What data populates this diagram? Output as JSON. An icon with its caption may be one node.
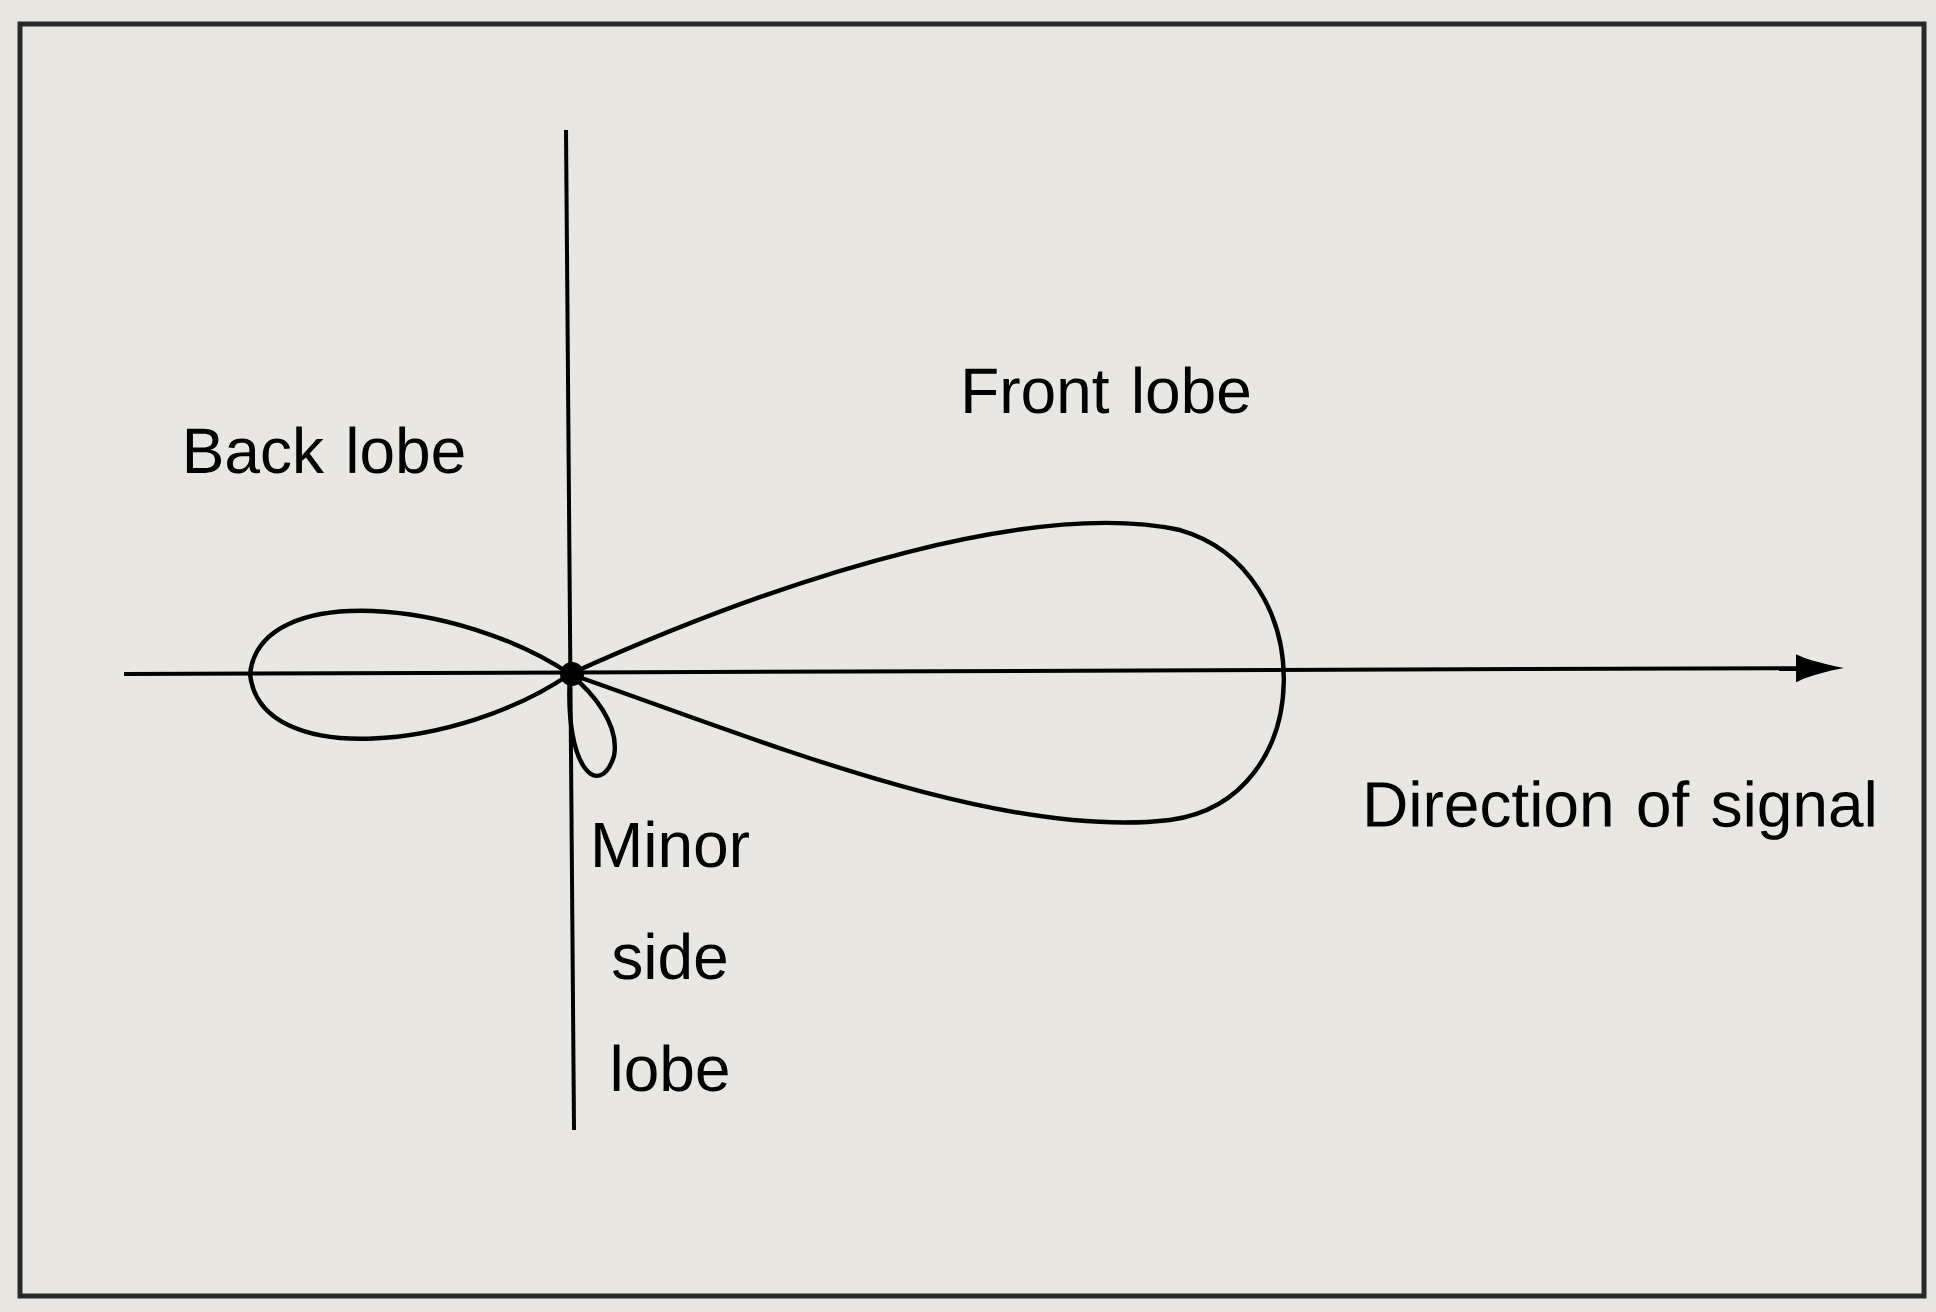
{
  "diagram": {
    "labels": [
      "Front lobe",
      "Back lobe",
      "Direction of signal",
      "Minor side lobe"
    ]
  }
}
